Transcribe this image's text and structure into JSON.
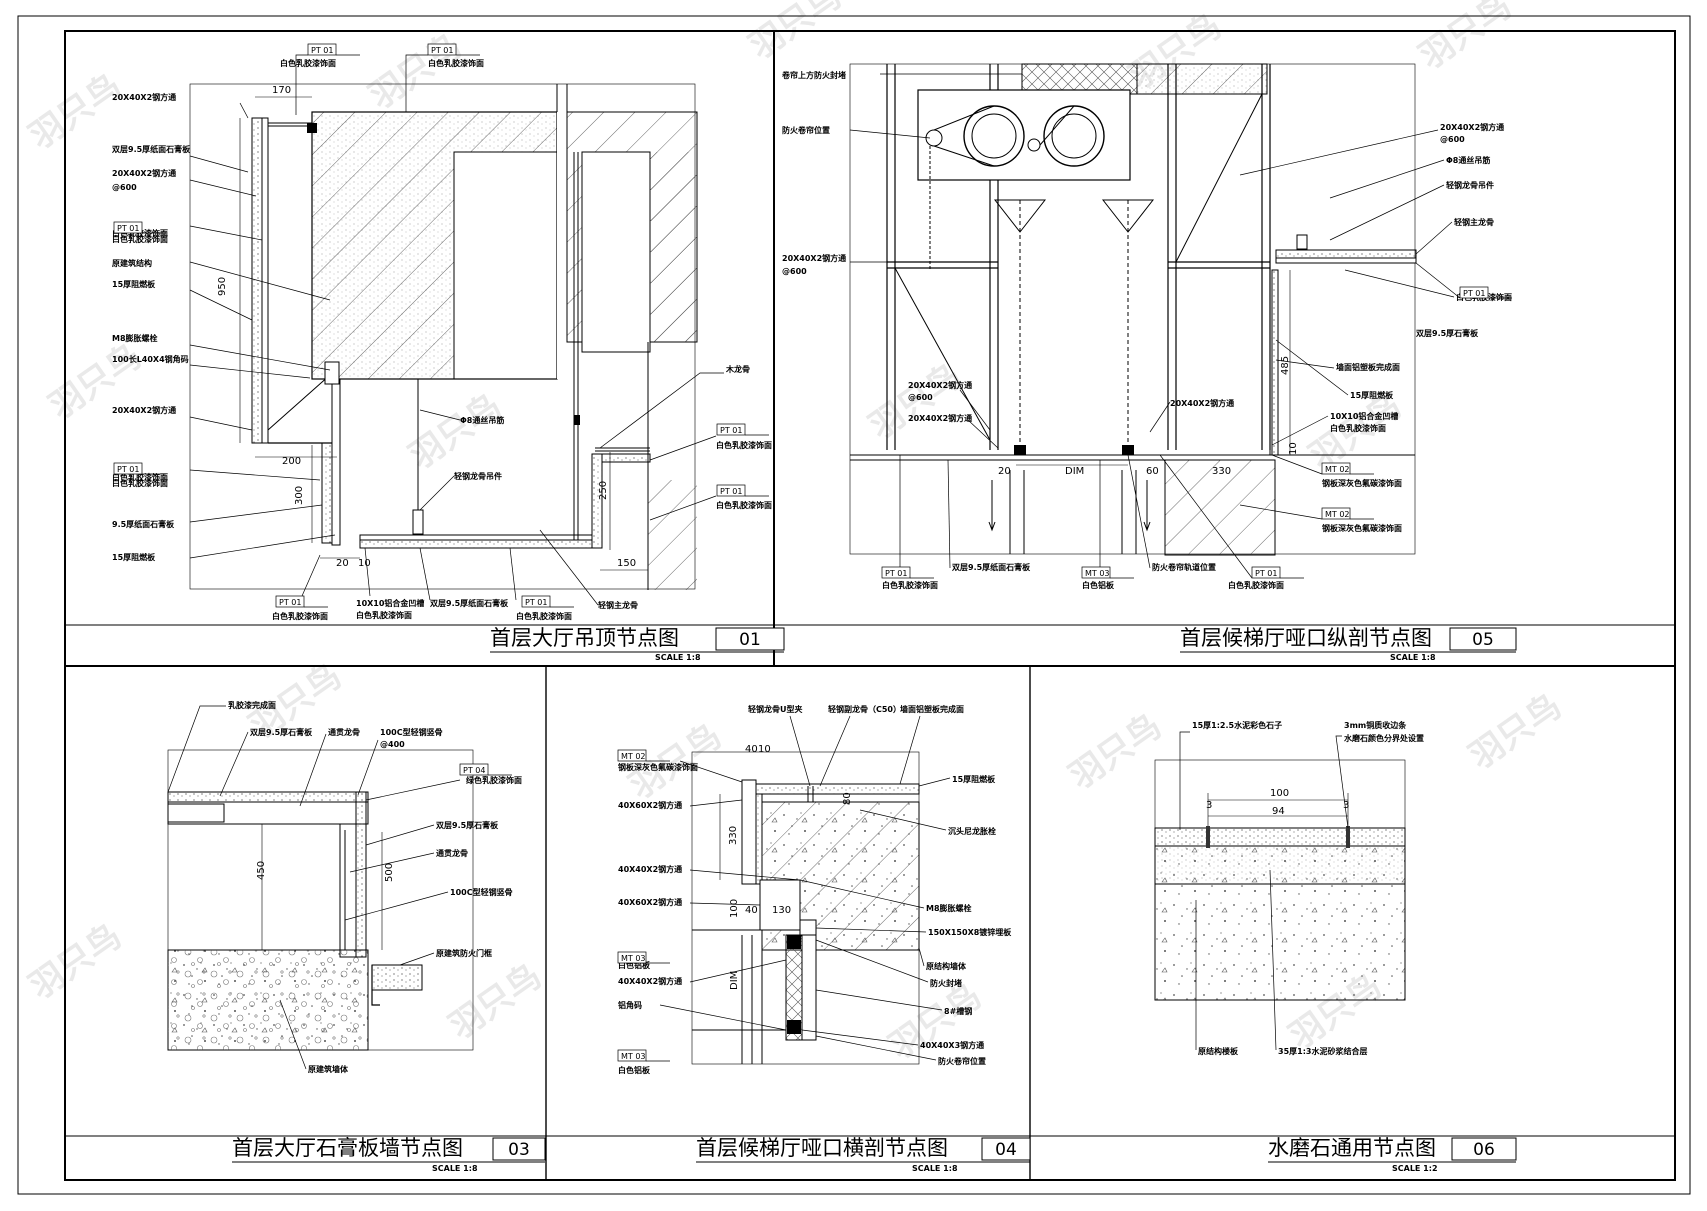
{
  "panels": [
    {
      "title": "首层大厅吊顶节点图",
      "number": "01",
      "scale": "SCALE 1:8"
    },
    {
      "title": "首层候梯厅哑口纵剖节点图",
      "number": "05",
      "scale": "SCALE 1:8"
    },
    {
      "title": "首层大厅石膏板墙节点图",
      "number": "03",
      "scale": "SCALE 1:8"
    },
    {
      "title": "首层候梯厅哑口横剖节点图",
      "number": "04",
      "scale": "SCALE 1:8"
    },
    {
      "title": "水磨石通用节点图",
      "number": "06",
      "scale": "SCALE 1:2"
    }
  ],
  "watermark": "羽只鸟",
  "p01": {
    "labels": [
      "20X40X2钢方通",
      "双层9.5厚纸面石膏板",
      "20X40X2钢方通",
      "@600",
      "白色乳胶漆饰面",
      "原建筑结构",
      "15厚阻燃板",
      "M8膨胀螺栓",
      "100长L40X4钢角码",
      "20X40X2钢方通",
      "白色乳胶漆饰面",
      "9.5厚纸面石膏板",
      "15厚阻燃板"
    ],
    "tags": [
      "PT 01",
      "PT 01",
      "PT 01",
      "PT 01",
      "PT 01",
      "PT 01",
      "PT 01",
      "PT 01"
    ],
    "top_labels": [
      "白色乳胶漆饰面",
      "白色乳胶漆饰面"
    ],
    "right_labels": [
      "木龙骨",
      "白色乳胶漆饰面",
      "白色乳胶漆饰面"
    ],
    "mid_labels": [
      "Φ8通丝吊筋",
      "轻钢龙骨吊件"
    ],
    "bottom_labels": [
      "白色乳胶漆饰面",
      "10X10铝合金凹槽",
      "白色乳胶漆饰面",
      "双层9.5厚纸面石膏板",
      "白色乳胶漆饰面",
      "轻钢主龙骨"
    ],
    "dims": [
      "170",
      "950",
      "200",
      "300",
      "20",
      "10",
      "250",
      "150"
    ]
  },
  "p05": {
    "labels": [
      "卷帘上方防火封堵",
      "防火卷帘位置",
      "20X40X2钢方通",
      "@600",
      "20X40X2钢方通",
      "@600",
      "20X40X2钢方通",
      "20X40X2钢方通"
    ],
    "right_labels": [
      "20X40X2钢方通",
      "@600",
      "Φ8通丝吊筋",
      "轻钢龙骨吊件",
      "轻钢主龙骨",
      "白色乳胶漆饰面",
      "双层9.5厚石膏板",
      "墙面铝塑板完成面",
      "15厚阻燃板",
      "10X10铝合金凹槽",
      "白色乳胶漆饰面",
      "钢板深灰色氟碳漆饰面",
      "钢板深灰色氟碳漆饰面"
    ],
    "bottom_labels": [
      "白色乳胶漆饰面",
      "双层9.5厚纸面石膏板",
      "白色铝板",
      "防火卷帘轨道位置",
      "白色乳胶漆饰面"
    ],
    "tags": [
      "PT 01",
      "PT 01",
      "MT 03",
      "PT 01",
      "MT 02",
      "MT 02"
    ],
    "dims": [
      "485",
      "20",
      "DIM",
      "60",
      "330",
      "10"
    ]
  },
  "p03": {
    "labels": [
      "乳胶漆完成面",
      "双层9.5厚石膏板",
      "通贯龙骨",
      "100C型轻钢竖骨",
      "@400",
      "绿色乳胶漆饰面",
      "双层9.5厚石膏板",
      "通贯龙骨",
      "100C型轻钢竖骨",
      "原建筑防火门框",
      "原建筑墙体"
    ],
    "tags": [
      "PT 04"
    ],
    "dims": [
      "450",
      "500"
    ]
  },
  "p04": {
    "labels": [
      "钢板深灰色氟碳漆饰面",
      "40X60X2钢方通",
      "40X40X2钢方通",
      "40X60X2钢方通",
      "白色铝板",
      "40X40X2钢方通",
      "铝角码",
      "白色铝板"
    ],
    "top_labels": [
      "轻钢龙骨U型夹",
      "轻钢副龙骨（C50）",
      "墙面铝塑板完成面"
    ],
    "right_labels": [
      "15厚阻燃板",
      "沉头尼龙胀栓",
      "M8膨胀螺栓",
      "150X150X8镀锌埋板",
      "原结构墙体",
      "防火封堵",
      "8#槽钢",
      "40X40X3钢方通",
      "防火卷帘位置"
    ],
    "tags": [
      "MT 02",
      "MT 03",
      "MT 03"
    ],
    "dims": [
      "40",
      "10",
      "80",
      "330",
      "100",
      "40",
      "130",
      "DIM"
    ]
  },
  "p06": {
    "labels": [
      "15厚1:2.5水泥彩色石子",
      "3mm铜质收边条",
      "水磨石颜色分界处设置",
      "原结构楼板",
      "35厚1:3水泥砂浆结合层"
    ],
    "dims": [
      "100",
      "3",
      "94",
      "3"
    ]
  }
}
